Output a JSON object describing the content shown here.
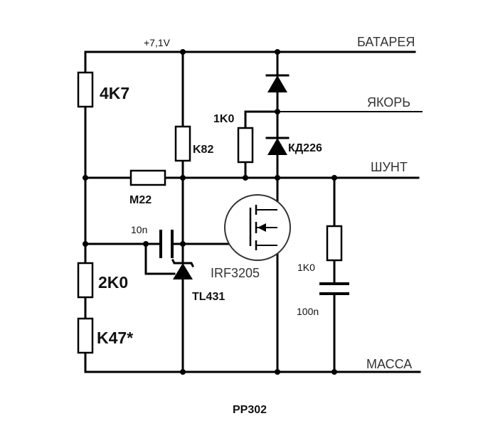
{
  "supply_label": "+7,1V",
  "nets": {
    "battery": "БАТАРЕЯ",
    "armature": "ЯКОРЬ",
    "shunt": "ШУНТ",
    "ground": "МАССА"
  },
  "components": {
    "r_top": "4K7",
    "r_mid": "2K0",
    "r_bottom": "K47*",
    "r_k82": "K82",
    "r_m22": "M22",
    "r_1k0_top": "1K0",
    "r_1k0_snubber": "1K0",
    "c_10n": "10n",
    "c_100n": "100n",
    "diode_kd226": "КД226",
    "shunt_reg": "TL431",
    "mosfet": "IRF3205"
  },
  "caption": "PP302"
}
